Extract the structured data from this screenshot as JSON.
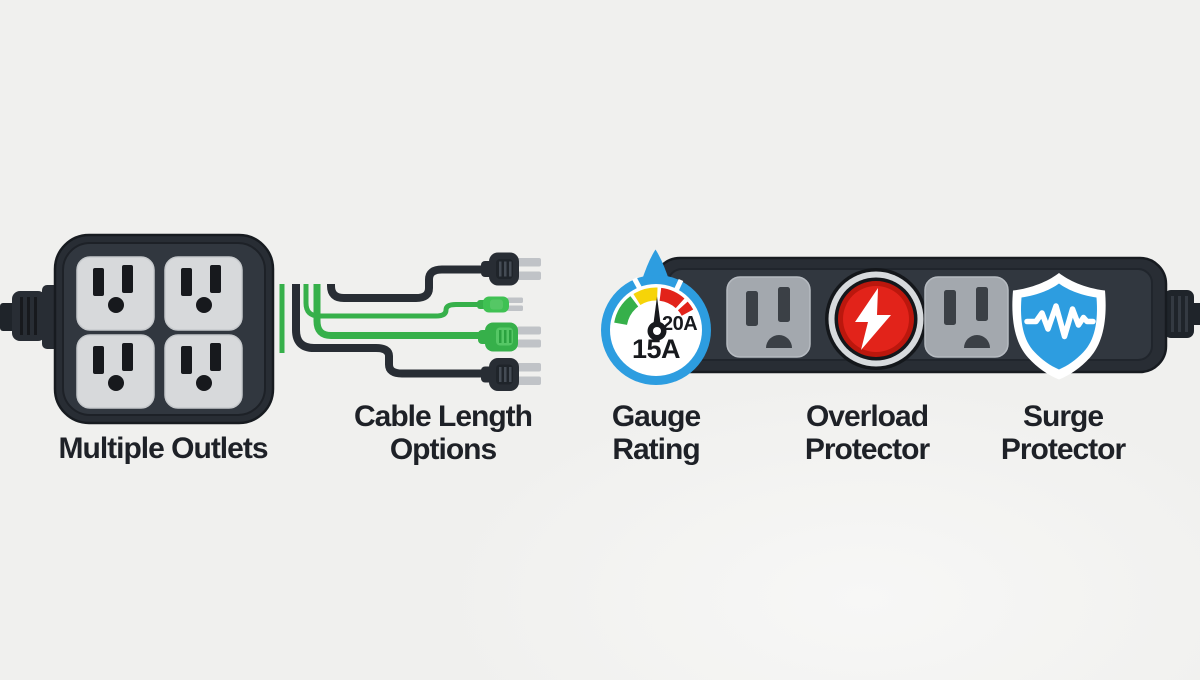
{
  "type": "product-feature-infographic",
  "subject": "Power strip features illustration",
  "palette": {
    "bg": "#f0f0ee",
    "dark": "#282d34",
    "dark_face": "#31373f",
    "darker": "#1f242a",
    "outlet_light": "#d7d9db",
    "outlet_gray": "#a3a8ae",
    "slot": "#17191d",
    "slot_gray": "#3b4046",
    "green": "#36b04a",
    "green_bright": "#3fc153",
    "green_panel": "#55c765",
    "green_ridge": "#2aa23f",
    "blue": "#2d9de0",
    "yellow": "#f6d408",
    "red": "#e2231a",
    "red_dark": "#bb170d",
    "ring_dark": "#14171b",
    "silver": "#d7dadd",
    "prong": "#c0c3c7",
    "ridge": "#454c55",
    "text": "#1e2127"
  },
  "features": {
    "multiple_outlets": {
      "label": "Multiple Outlets",
      "outlet_count": 4
    },
    "cable_length_options": {
      "label_line1": "Cable Length",
      "label_line2": "Options",
      "cable_count": 4
    },
    "gauge_rating": {
      "label_line1": "Gauge",
      "label_line2": "Rating",
      "value_main": "15A",
      "value_max": "20A"
    },
    "overload_protector": {
      "label_line1": "Overload",
      "label_line2": "Protector"
    },
    "surge_protector": {
      "label_line1": "Surge",
      "label_line2": "Protector"
    }
  }
}
